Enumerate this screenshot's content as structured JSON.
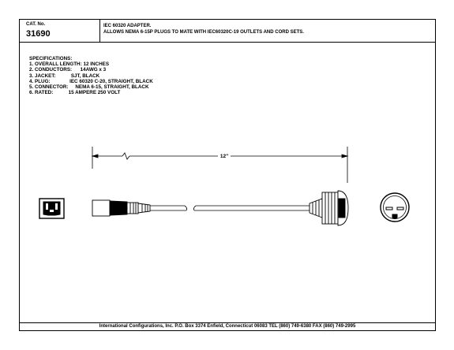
{
  "title_block": {
    "cat_label": "CAT. No.",
    "cat_number": "31690",
    "description_line1": "IEC 60320 ADAPTER.",
    "description_line2": "ALLOWS NEMA 6-15P PLUGS TO MATE WITH IEC60320C-19 OUTLETS AND CORD SETS."
  },
  "specifications": {
    "heading": "SPECIFICATIONS:",
    "items": [
      {
        "label": "1. OVERALL LENGTH:",
        "value": "12 INCHES"
      },
      {
        "label": "2. CONDUCTORS:",
        "value": "14AWG x 3"
      },
      {
        "label": "3. JACKET:",
        "value": "SJT, BLACK"
      },
      {
        "label": "4. PLUG:",
        "value": "IEC 60320 C-20, STRAIGHT, BLACK"
      },
      {
        "label": "5. CONNECTOR:",
        "value": "NEMA 6-15, STRAIGHT, BLACK"
      },
      {
        "label": "6. RATED:",
        "value": "15 AMPERE 250 VOLT"
      }
    ]
  },
  "drawing": {
    "dimension_label": "12\""
  },
  "footer": {
    "text": "International Configurations, Inc.  P.O. Box 3374  Enfield, Connecticut 06083 TEL (860) 749-6380  FAX (860) 749-2995"
  }
}
